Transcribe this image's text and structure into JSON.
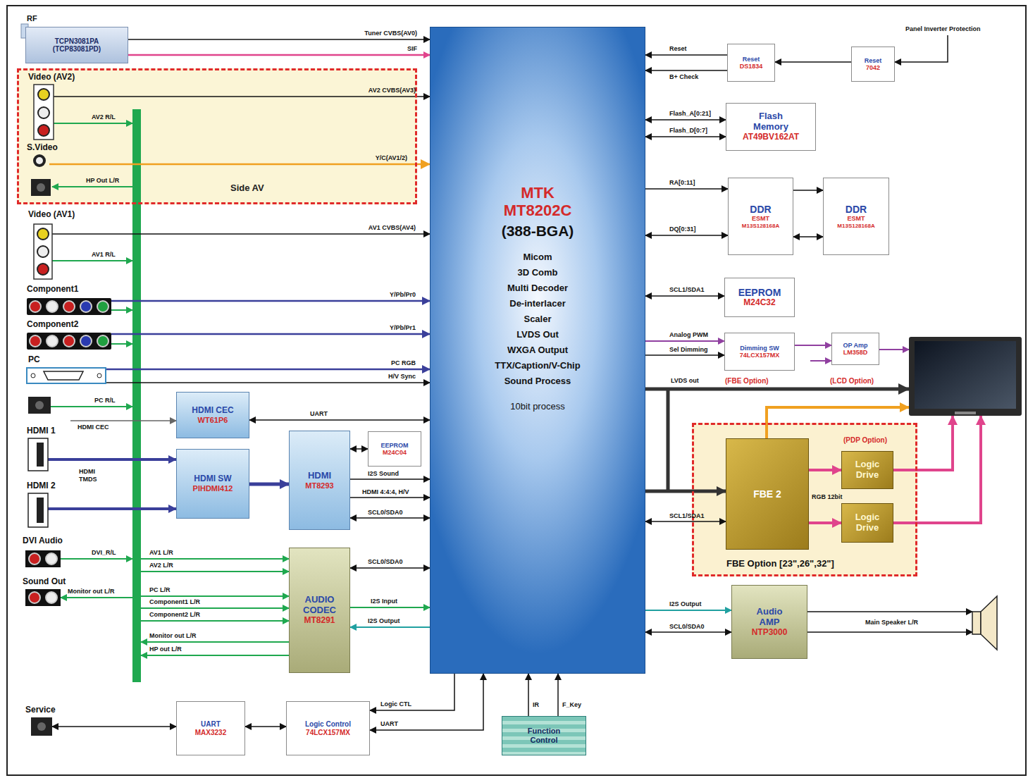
{
  "diagram": {
    "nodes": [
      {
        "text": [
          "TCPN3081PA (TCP83081PD)"
        ]
      },
      {
        "text": [
          "Side AV"
        ]
      },
      {
        "text": [
          "MTK",
          "MT8202C",
          "(388-BGA)",
          "Micom",
          "3D Comb",
          "Multi Decoder",
          "De-interlacer",
          "Scaler",
          "LVDS Out",
          "WXGA Output",
          "TTX/Caption/V-Chip",
          "Sound Process",
          "10bit process"
        ]
      },
      {
        "text": [
          "Reset",
          "DS1834"
        ]
      },
      {
        "text": [
          "Reset",
          "7042"
        ]
      },
      {
        "text": [
          "Flash Memory",
          "AT49BV162AT"
        ]
      },
      {
        "text": [
          "DDR",
          "ESMT",
          "M13S128168A"
        ]
      },
      {
        "text": [
          "DDR",
          "ESMT",
          "M13S128168A"
        ]
      },
      {
        "text": [
          "EEPROM",
          "M24C32"
        ]
      },
      {
        "text": [
          "Dimming SW",
          "74LCX157MX",
          "(FBE Option)"
        ]
      },
      {
        "text": [
          "OP Amp",
          "LM358D",
          "(LCD Option)"
        ]
      },
      {
        "text": [
          "(PDP Option)",
          "FBE Option [23\",26\",32\"]"
        ]
      },
      {
        "text": [
          "FBE 2"
        ],
        "in": 11
      },
      {
        "text": [
          "Logic Drive"
        ],
        "in": 11
      },
      {
        "text": [
          "Logic Drive"
        ],
        "in": 11
      },
      {
        "text": [
          "Audio AMP",
          "NTP3000"
        ]
      },
      {
        "text": [
          "HDMI CEC",
          "WT61P6"
        ]
      },
      {
        "text": [
          "HDMI SW",
          "PIHDMI412"
        ]
      },
      {
        "text": [
          "HDMI",
          "MT8293"
        ]
      },
      {
        "text": [
          "EEPROM",
          "M24C04"
        ]
      },
      {
        "text": [
          "AUDIO CODEC",
          "MT8291"
        ]
      },
      {
        "text": [
          "UART",
          "MAX3232"
        ]
      },
      {
        "text": [
          "Logic Control",
          "74LCX157MX"
        ]
      },
      {
        "text": [
          "Function Control"
        ]
      }
    ],
    "edges": [
      {
        "from": 0,
        "to": 2,
        "label": "Tuner CVBS(AV0)",
        "arrow": "to"
      },
      {
        "from": 0,
        "to": 2,
        "label": "SIF",
        "arrow": "to"
      },
      {
        "from": 3,
        "to": 2,
        "label": "Reset",
        "arrow": "to"
      },
      {
        "from": 3,
        "to": 2,
        "label": "B+ Check",
        "arrow": "to"
      },
      {
        "from": 4,
        "to": 3,
        "arrow": "to"
      },
      {
        "from": 2,
        "to": 5,
        "label": "Flash_A[0:21]",
        "arrow": "both"
      },
      {
        "from": 2,
        "to": 5,
        "label": "Flash_D[0:7]",
        "arrow": "both"
      },
      {
        "from": 2,
        "to": 6,
        "label": "RA[0:11]",
        "arrow": "to"
      },
      {
        "from": 2,
        "to": 6,
        "label": "DQ[0:31]",
        "arrow": "both"
      },
      {
        "from": 6,
        "to": 7,
        "arrow": "to"
      },
      {
        "from": 6,
        "to": 7,
        "arrow": "both"
      },
      {
        "from": 2,
        "to": 8,
        "label": "SCL1/SDA1",
        "arrow": "both"
      },
      {
        "from": 2,
        "to": 9,
        "label": "Analog PWM",
        "arrow": "to"
      },
      {
        "from": 2,
        "to": 9,
        "label": "Sel Dimming",
        "arrow": "to"
      },
      {
        "from": 9,
        "to": 10,
        "arrow": "to"
      },
      {
        "from": 2,
        "to": 12,
        "arrow": "to"
      },
      {
        "from": 2,
        "to": 12,
        "label": "SCL1/SDA1",
        "arrow": "both"
      },
      {
        "from": 12,
        "to": 13,
        "arrow": "to"
      },
      {
        "from": 12,
        "to": 14,
        "label": "RGB 12bit",
        "arrow": "to"
      },
      {
        "from": 2,
        "to": 15,
        "label": "I2S Output",
        "arrow": "to"
      },
      {
        "from": 2,
        "to": 15,
        "label": "SCL0/SDA0",
        "arrow": "both"
      },
      {
        "from": 16,
        "to": 2,
        "label": "UART",
        "arrow": "both"
      },
      {
        "from": 17,
        "to": 18,
        "arrow": "to"
      },
      {
        "from": 19,
        "to": 18,
        "arrow": "both"
      },
      {
        "from": 18,
        "to": 2,
        "label": "I2S Sound",
        "arrow": "to"
      },
      {
        "from": 18,
        "to": 2,
        "label": "HDMI 4:4:4, H/V",
        "arrow": "to"
      },
      {
        "from": 18,
        "to": 2,
        "label": "SCL0/SDA0",
        "arrow": "both"
      },
      {
        "from": 20,
        "to": 2,
        "label": "SCL0/SDA0",
        "arrow": "both"
      },
      {
        "from": 20,
        "to": 2,
        "label": "I2S Input",
        "arrow": "to"
      },
      {
        "from": 2,
        "to": 20,
        "label": "I2S Output",
        "arrow": "to"
      },
      {
        "from": 21,
        "to": 22,
        "arrow": "both"
      },
      {
        "from": 2,
        "to": 22,
        "label": "Logic CTL",
        "arrow": "to"
      },
      {
        "from": 22,
        "to": 2,
        "label": "UART",
        "arrow": "both"
      },
      {
        "from": 23,
        "to": 2,
        "label": "IR",
        "arrow": "to"
      },
      {
        "from": 23,
        "to": 2,
        "label": "F_Key",
        "arrow": "to"
      }
    ],
    "labels": [
      "RF",
      "Video (AV2)",
      "AV2 CVBS(AV3)",
      "AV2 R/L",
      "S.Video",
      "Y/C(AV1/2)",
      "HP Out L/R",
      "Video (AV1)",
      "AV1 CVBS(AV4)",
      "AV1 R/L",
      "Component1",
      "Y/Pb/Pr0",
      "Component2",
      "Y/Pb/Pr1",
      "PC",
      "PC RGB",
      "H/V Sync",
      "PC R/L",
      "HDMI 1",
      "HDMI CEC",
      "HDMI 2",
      "HDMI TMDS",
      "DVI Audio",
      "DVI_R/L",
      "AV1 L/R",
      "AV2 L/R",
      "Sound Out",
      "Monitor out L/R",
      "PC L/R",
      "Component1 L/R",
      "Component2 L/R",
      "Monitor out L/R",
      "HP out L/R",
      "Service",
      "Panel Inverter Protection",
      "LVDS out",
      "Main Speaker L/R"
    ]
  }
}
